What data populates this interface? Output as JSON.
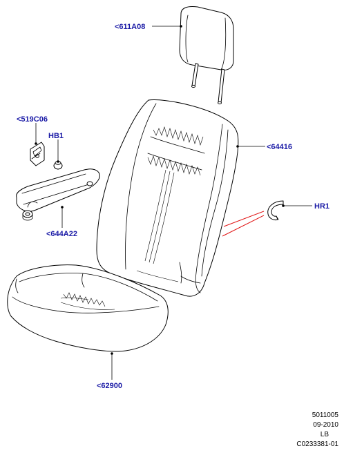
{
  "callouts": {
    "headrest": "<611A08",
    "trim_clip": "<519C06",
    "bolt": "HB1",
    "backrest": "<64416",
    "hook_ring": "HR1",
    "armrest": "<644A22",
    "cushion": "<62900"
  },
  "stamp": {
    "code": "5011005",
    "date": "09-2010",
    "side": "LB",
    "ref": "C0233381-01"
  },
  "colors": {
    "label": "#1a1aa6",
    "line": "#000000",
    "accent": "#e01010"
  }
}
